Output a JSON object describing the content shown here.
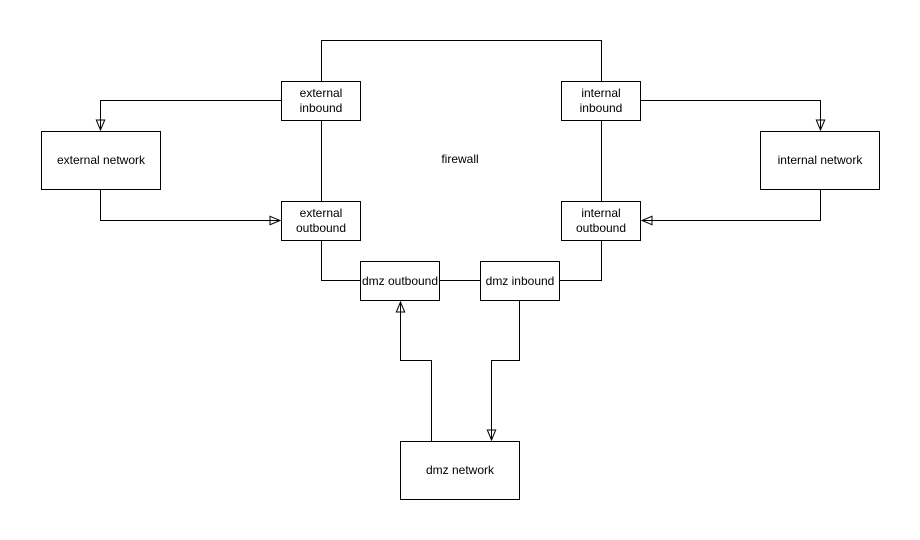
{
  "canvas": {
    "background_color": "#ffffff",
    "stroke_color": "#000000",
    "text_color": "#000000"
  },
  "firewall": {
    "label": "firewall"
  },
  "nodes": {
    "external_inbound": {
      "label": "external\ninbound"
    },
    "internal_inbound": {
      "label": "internal\ninbound"
    },
    "external_outbound": {
      "label": "external\noutbound"
    },
    "internal_outbound": {
      "label": "internal\noutbound"
    },
    "dmz_outbound": {
      "label": "dmz outbound"
    },
    "dmz_inbound": {
      "label": "dmz inbound"
    },
    "external_network": {
      "label": "external network"
    },
    "internal_network": {
      "label": "internal network"
    },
    "dmz_network": {
      "label": "dmz network"
    }
  },
  "edges": [
    {
      "from": "external inbound",
      "to": "internal inbound",
      "arrowhead": "none"
    },
    {
      "from": "external inbound",
      "to": "external network",
      "arrowhead": "end"
    },
    {
      "from": "external network",
      "to": "external outbound",
      "arrowhead": "end"
    },
    {
      "from": "internal inbound",
      "to": "internal network",
      "arrowhead": "end"
    },
    {
      "from": "internal network",
      "to": "internal outbound",
      "arrowhead": "end"
    },
    {
      "from": "external inbound",
      "to": "external outbound",
      "arrowhead": "none"
    },
    {
      "from": "internal inbound",
      "to": "internal outbound",
      "arrowhead": "none"
    },
    {
      "from": "external outbound",
      "to": "dmz outbound",
      "arrowhead": "none"
    },
    {
      "from": "internal outbound",
      "to": "dmz inbound",
      "arrowhead": "none"
    },
    {
      "from": "dmz outbound",
      "to": "dmz inbound",
      "arrowhead": "none"
    },
    {
      "from": "dmz network",
      "to": "dmz outbound",
      "arrowhead": "end"
    },
    {
      "from": "dmz inbound",
      "to": "dmz network",
      "arrowhead": "end"
    }
  ]
}
